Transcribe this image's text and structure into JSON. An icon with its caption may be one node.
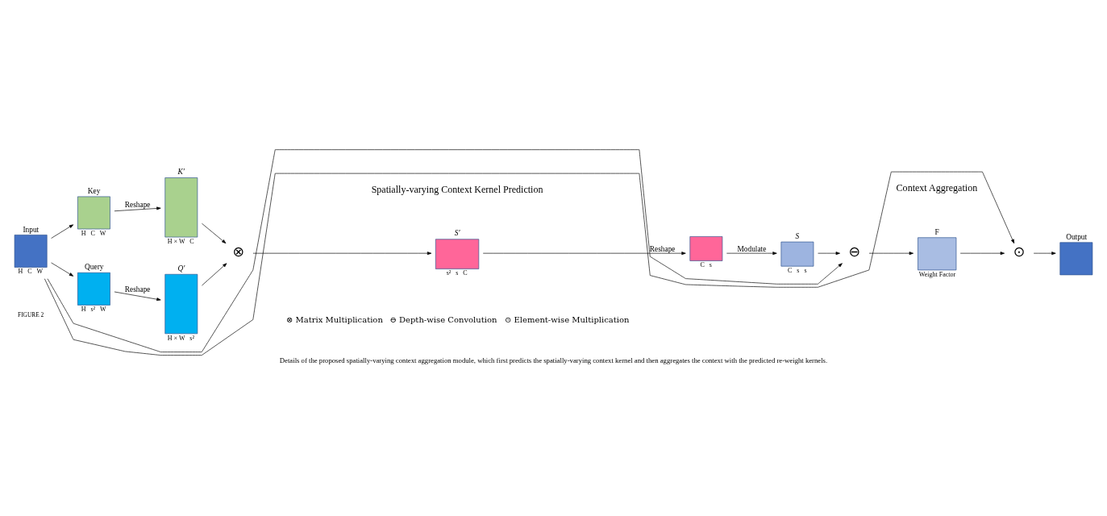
{
  "diagram": {
    "caption": "Details of the proposed spatially-varying context aggregation module, which first predicts the spatially-varying context kernel and then aggregates the context with the predicted re-weight kernels.",
    "nodes": [
      {
        "text": [
          "Input"
        ],
        "beside": [
          "H",
          "C",
          "W"
        ]
      },
      {
        "text": [
          "Key"
        ],
        "beside": [
          "H",
          "C",
          "W"
        ]
      },
      {
        "text": [
          "K′"
        ],
        "beside": [
          "H × W",
          "C"
        ]
      },
      {
        "text": [
          "Query"
        ],
        "beside": [
          "H",
          "s²",
          "W"
        ]
      },
      {
        "text": [
          "Q′"
        ],
        "beside": [
          "H × W",
          "s²"
        ]
      },
      {
        "text": [
          "⊗"
        ]
      },
      {
        "text": [
          "S′"
        ],
        "beside": [
          "s²",
          "s",
          "C"
        ]
      },
      {
        "text": [],
        "shape": "box",
        "beside": [
          "C",
          "s"
        ]
      },
      {
        "text": [
          "S"
        ],
        "beside": [
          "C",
          "s",
          "s"
        ]
      },
      {
        "text": [
          "⊖"
        ]
      },
      {
        "text": [
          "F"
        ],
        "beside": [
          "Weight Factor"
        ]
      },
      {
        "text": [
          "⊙"
        ]
      },
      {
        "text": [
          "Output"
        ]
      }
    ],
    "edges": [
      {
        "from": 0,
        "to": 1,
        "arrow": "to"
      },
      {
        "from": 0,
        "to": 3,
        "arrow": "to"
      },
      {
        "from": 1,
        "to": 2,
        "arrow": "to",
        "label": "Reshape"
      },
      {
        "from": 3,
        "to": 4,
        "arrow": "to",
        "label": "Reshape"
      },
      {
        "from": 2,
        "to": 5,
        "arrow": "to"
      },
      {
        "from": 4,
        "to": 5,
        "arrow": "to"
      },
      {
        "from": 5,
        "to": 6,
        "arrow": "to"
      },
      {
        "from": 6,
        "to": 7,
        "arrow": "to",
        "label": "Reshape"
      },
      {
        "from": 7,
        "to": 8,
        "arrow": "to",
        "label": "Modulate"
      },
      {
        "from": 8,
        "to": 9,
        "arrow": "to"
      },
      {
        "from": 0,
        "to": 9,
        "arrow": "to"
      },
      {
        "from": 9,
        "to": 10,
        "arrow": "to"
      },
      {
        "from": 10,
        "to": 11,
        "arrow": "to"
      },
      {
        "from": 0,
        "to": 11,
        "arrow": "to"
      },
      {
        "from": 11,
        "to": 12,
        "arrow": "to"
      }
    ],
    "labels": [
      "Spatially-varying Context Kernel Prediction",
      "Context Aggregation",
      "FIGURE 2"
    ],
    "legend": [
      {
        "text": "⊗ Matrix Multiplication"
      },
      {
        "text": "⊖ Depth-wise Convolution"
      },
      {
        "text": "⊙ Element-wise Multiplication"
      }
    ]
  }
}
